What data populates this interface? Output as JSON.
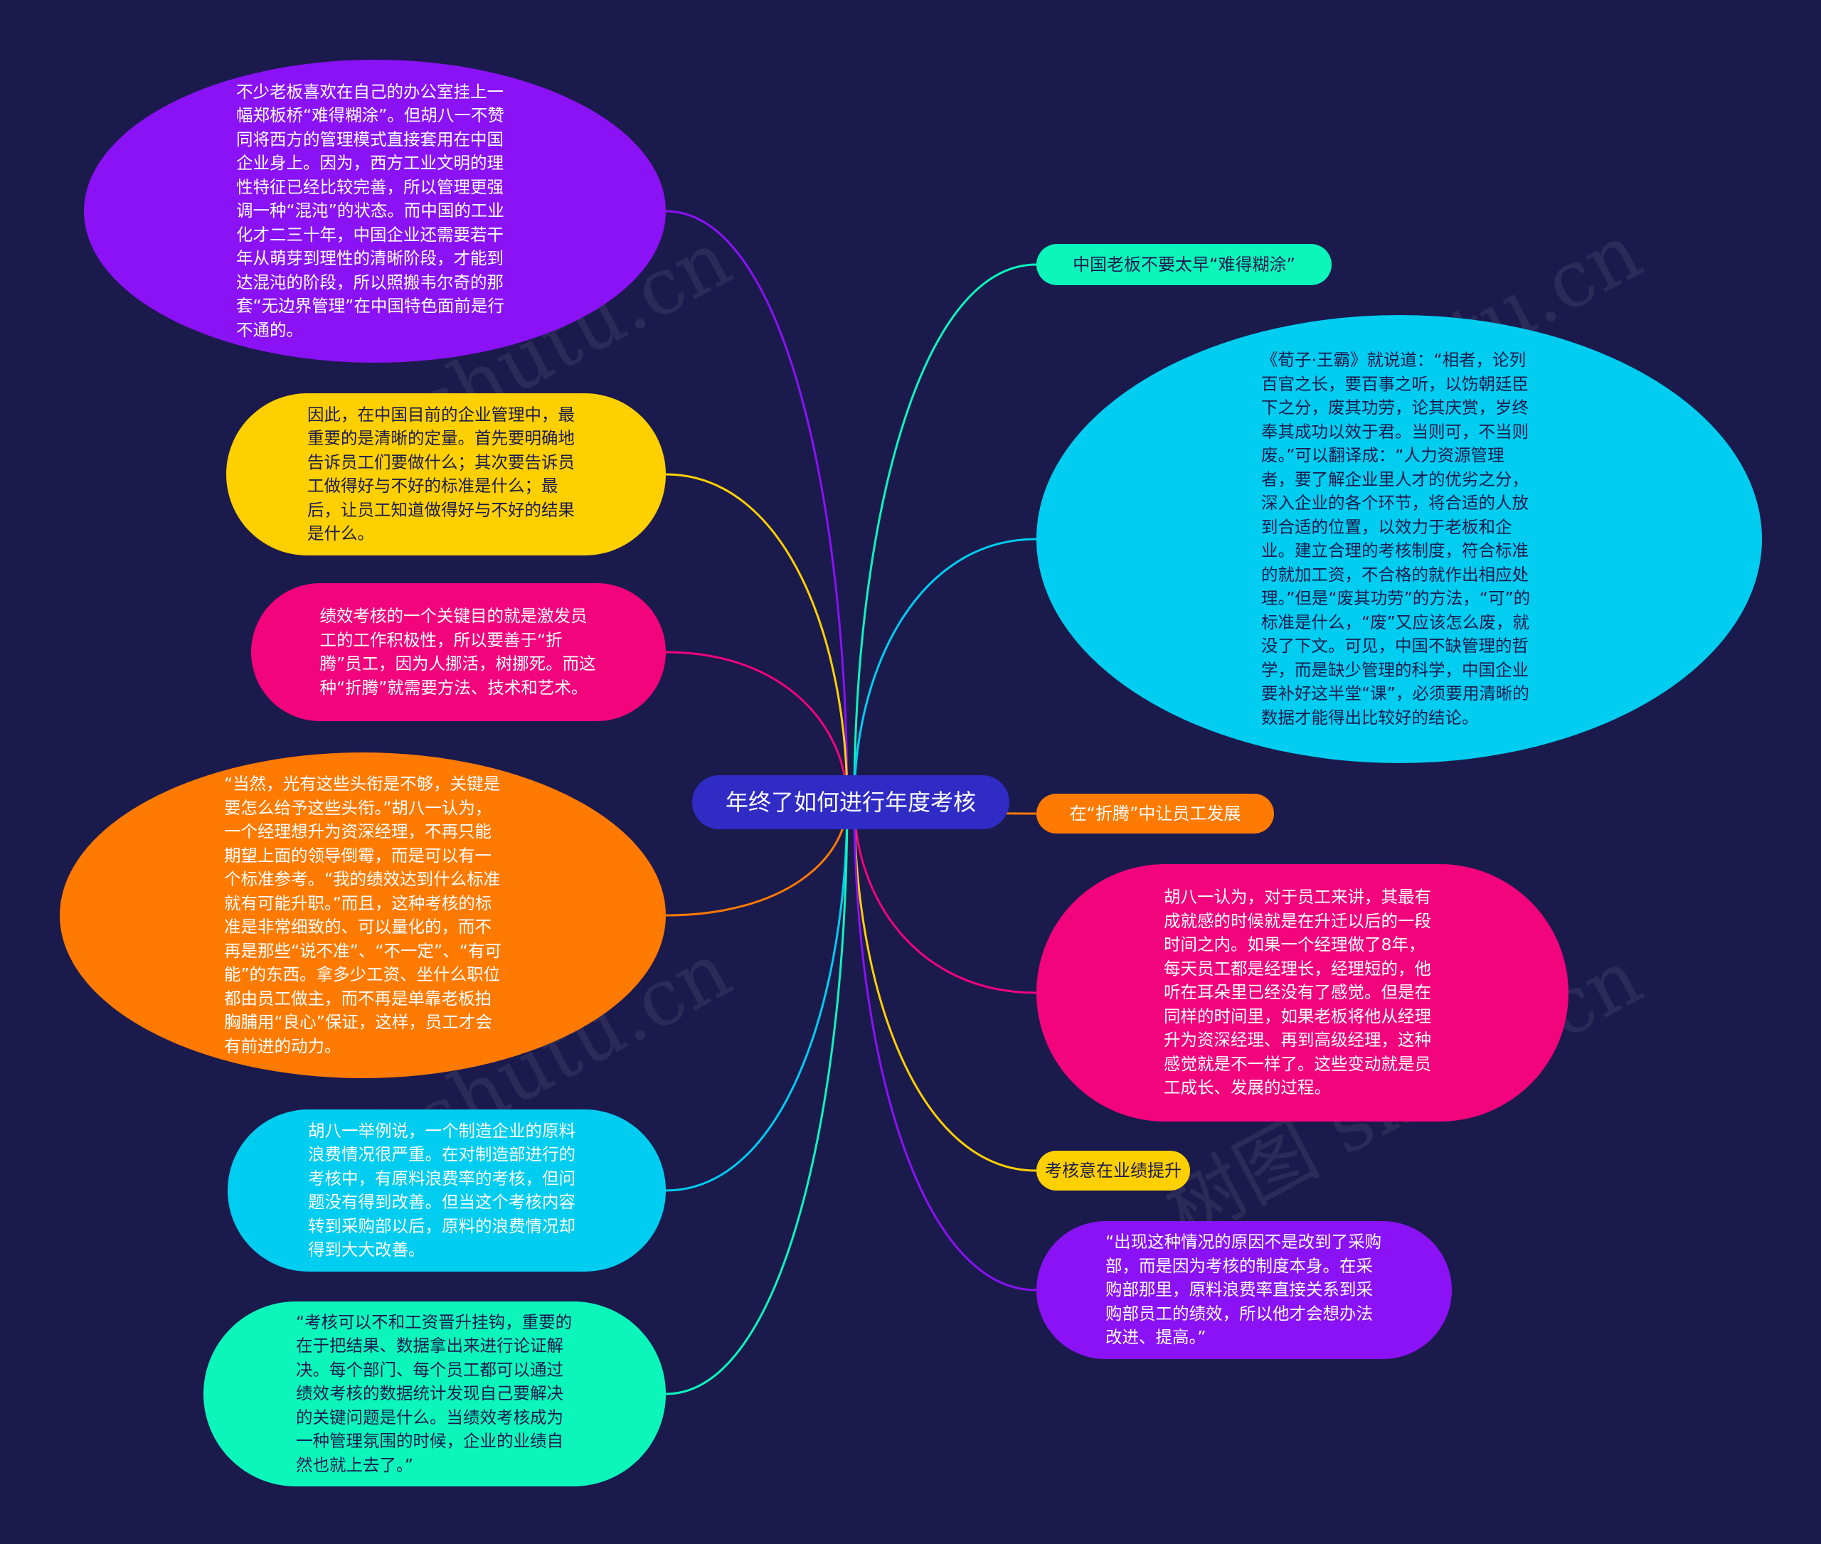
{
  "root": {
    "label": "年终了如何进行年度考核",
    "color": "#2f2bc4"
  },
  "watermark": "树图 shutu.cn",
  "left_nodes": [
    {
      "id": "n1",
      "color": "#8a12f5",
      "text": "不少老板喜欢在自己的办公室挂上一幅郑板桥“难得糊涂”。但胡八一不赞同将西方的管理模式直接套用在中国企业身上。因为，西方工业文明的理性特征已经比较完善，所以管理更强调一种“混沌”的状态。而中国的工业化才二三十年，中国企业还需要若干年从萌芽到理性的清晰阶段，才能到达混沌的阶段，所以照搬韦尔奇的那套“无边界管理”在中国特色面前是行不通的。"
    },
    {
      "id": "n2",
      "color": "#ffd000",
      "text": "因此，在中国目前的企业管理中，最重要的是清晰的定量。首先要明确地告诉员工们要做什么；其次要告诉员工做得好与不好的标准是什么；最后，让员工知道做得好与不好的结果是什么。"
    },
    {
      "id": "n3",
      "color": "#f2047c",
      "text": "绩效考核的一个关键目的就是激发员工的工作积极性，所以要善于“折腾”员工，因为人挪活，树挪死。而这种“折腾”就需要方法、技术和艺术。"
    },
    {
      "id": "n4",
      "color": "#ff7a00",
      "text": "“当然，光有这些头衔是不够，关键是要怎么给予这些头衔。”胡八一认为，一个经理想升为资深经理，不再只能期望上面的领导倒霉，而是可以有一个标准参考。“我的绩效达到什么标准就有可能升职。”而且，这种考核的标准是非常细致的、可以量化的，而不再是那些“说不准”、“不一定”、“有可能”的东西。拿多少工资、坐什么职位都由员工做主，而不再是单靠老板拍胸脯用“良心”保证，这样，员工才会有前进的动力。"
    },
    {
      "id": "n5",
      "color": "#00cdf0",
      "text": "胡八一举例说，一个制造企业的原料浪费情况很严重。在对制造部进行的考核中，有原料浪费率的考核，但问题没有得到改善。但当这个考核内容转到采购部以后，原料的浪费情况却得到大大改善。"
    },
    {
      "id": "n6",
      "color": "#0cf6bc",
      "text": "“考核可以不和工资晋升挂钩，重要的在于把结果、数据拿出来进行论证解决。每个部门、每个员工都可以通过绩效考核的数据统计发现自己要解决的关键问题是什么。当绩效考核成为一种管理氛围的时候，企业的业绩自然也就上去了。”"
    }
  ],
  "right_nodes": [
    {
      "id": "r1",
      "color": "#0cf6bc",
      "text": "中国老板不要太早“难得糊涂”"
    },
    {
      "id": "r2",
      "color": "#00cdf0",
      "text": "《荀子·王霸》就说道：“相者，论列百官之长，要百事之听，以饬朝廷臣下之分，废其功劳，论其庆赏，岁终奉其成功以效于君。当则可，不当则废。”可以翻译成：“人力资源管理者，要了解企业里人才的优劣之分，深入企业的各个环节，将合适的人放到合适的位置，以效力于老板和企业。建立合理的考核制度，符合标准的就加工资，不合格的就作出相应处理。”但是“废其功劳”的方法，“可”的标准是什么，“废”又应该怎么废，就没了下文。可见，中国不缺管理的哲学，而是缺少管理的科学，中国企业要补好这半堂“课”，必须要用清晰的数据才能得出比较好的结论。"
    },
    {
      "id": "r3",
      "color": "#ff7a00",
      "text": "在“折腾”中让员工发展"
    },
    {
      "id": "r4",
      "color": "#f2047c",
      "text": "胡八一认为，对于员工来讲，其最有成就感的时候就是在升迁以后的一段时间之内。如果一个经理做了8年，每天员工都是经理长，经理短的，他听在耳朵里已经没有了感觉。但是在同样的时间里，如果老板将他从经理升为资深经理、再到高级经理，这种感觉就是不一样了。这些变动就是员工成长、发展的过程。"
    },
    {
      "id": "r5",
      "color": "#ffd000",
      "text": "考核意在业绩提升"
    },
    {
      "id": "r6",
      "color": "#8a12f5",
      "text": "“出现这种情况的原因不是改到了采购部，而是因为考核的制度本身。在采购部那里，原料浪费率直接关系到采购部员工的绩效，所以他才会想办法改进、提高。”"
    }
  ]
}
